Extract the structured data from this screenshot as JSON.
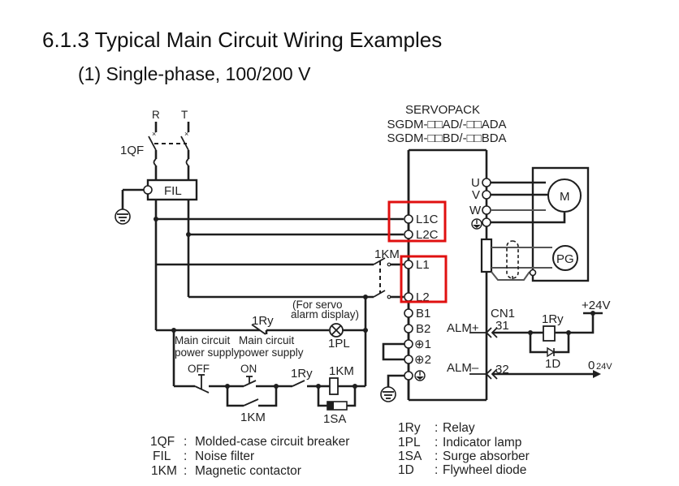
{
  "heading": {
    "section": "6.1.3  Typical Main Circuit Wiring Examples",
    "subsection": "(1) Single-phase, 100/200 V"
  },
  "servopack": {
    "title": "SERVOPACK",
    "model_line_1": "SGDM-□□AD/-□□ADA",
    "model_line_2": "SGDM-□□BD/-□□BDA"
  },
  "supply": {
    "phase_r": "R",
    "phase_t": "T"
  },
  "components": {
    "breaker": "1QF",
    "filter": "FIL",
    "contactor_main": "1KM",
    "contactor_aux": "1KM",
    "contactor_coil": "1KM",
    "relay_contact_lamp": "1Ry",
    "relay_contact_ctrl": "1Ry",
    "relay_coil": "1Ry",
    "lamp": "1PL",
    "surge_absorber": "1SA",
    "diode": "1D",
    "motor": "M",
    "encoder": "PG"
  },
  "terminals": {
    "l1c": "L1C",
    "l2c": "L2C",
    "l1": "L1",
    "l2": "L2",
    "b1": "B1",
    "b2": "B2",
    "p1": "⊕1",
    "p2": "⊕2",
    "u": "U",
    "v": "V",
    "w": "W"
  },
  "control": {
    "lamp_note_1": "(For servo",
    "lamp_note_2": "alarm display)",
    "off_label_1": "Main circuit",
    "off_label_2": "power supply",
    "on_label_1": "Main circuit",
    "on_label_2": "power supply",
    "off_button": "OFF",
    "on_button": "ON"
  },
  "alarm": {
    "connector": "CN1",
    "alm_plus": "ALM+",
    "alm_minus": "ALM–",
    "pin_plus": "31",
    "pin_minus": "32",
    "supply_plus": "+24V",
    "supply_zero": "0",
    "supply_zero_sub": "24V"
  },
  "highlight_color": "#e01010",
  "legend": {
    "left": [
      {
        "code": "1QF",
        "desc": "Molded-case circuit breaker"
      },
      {
        "code": "FIL",
        "desc": "Noise filter"
      },
      {
        "code": "1KM",
        "desc": "Magnetic contactor"
      }
    ],
    "right": [
      {
        "code": "1Ry",
        "desc": "Relay"
      },
      {
        "code": "1PL",
        "desc": "Indicator lamp"
      },
      {
        "code": "1SA",
        "desc": "Surge absorber"
      },
      {
        "code": "1D",
        "desc": "Flywheel diode"
      }
    ]
  }
}
